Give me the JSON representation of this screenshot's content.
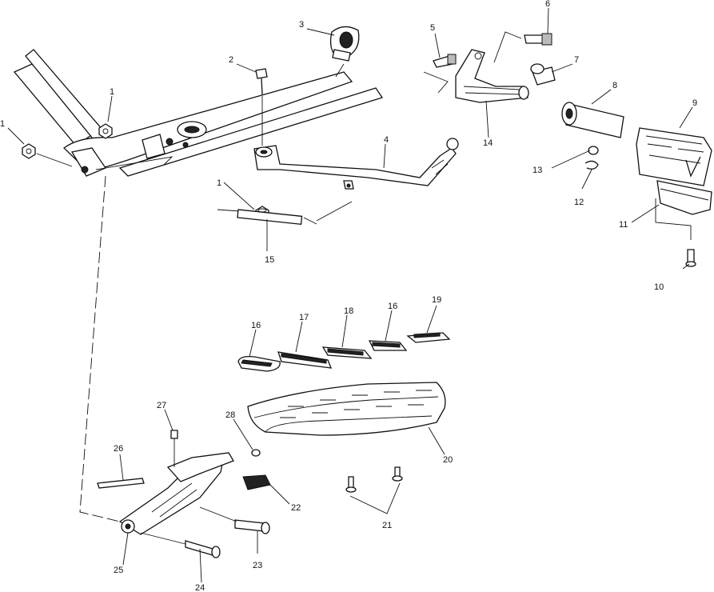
{
  "callouts": [
    {
      "id": "c1a",
      "text": "1"
    },
    {
      "id": "c1b",
      "text": "1"
    },
    {
      "id": "c1c",
      "text": "1"
    },
    {
      "id": "c2",
      "text": "2"
    },
    {
      "id": "c3",
      "text": "3"
    },
    {
      "id": "c4",
      "text": "4"
    },
    {
      "id": "c5",
      "text": "5"
    },
    {
      "id": "c6",
      "text": "6"
    },
    {
      "id": "c7",
      "text": "7"
    },
    {
      "id": "c8",
      "text": "8"
    },
    {
      "id": "c9",
      "text": "9"
    },
    {
      "id": "c10",
      "text": "10"
    },
    {
      "id": "c11",
      "text": "11"
    },
    {
      "id": "c12",
      "text": "12"
    },
    {
      "id": "c13",
      "text": "13"
    },
    {
      "id": "c14",
      "text": "14"
    },
    {
      "id": "c15",
      "text": "15"
    },
    {
      "id": "c16a",
      "text": "16"
    },
    {
      "id": "c16b",
      "text": "16"
    },
    {
      "id": "c17",
      "text": "17"
    },
    {
      "id": "c18",
      "text": "18"
    },
    {
      "id": "c19",
      "text": "19"
    },
    {
      "id": "c20",
      "text": "20"
    },
    {
      "id": "c21",
      "text": "21"
    },
    {
      "id": "c22",
      "text": "22"
    },
    {
      "id": "c23",
      "text": "23"
    },
    {
      "id": "c24",
      "text": "24"
    },
    {
      "id": "c25",
      "text": "25"
    },
    {
      "id": "c26",
      "text": "26"
    },
    {
      "id": "c27",
      "text": "27"
    },
    {
      "id": "c28",
      "text": "28"
    }
  ]
}
